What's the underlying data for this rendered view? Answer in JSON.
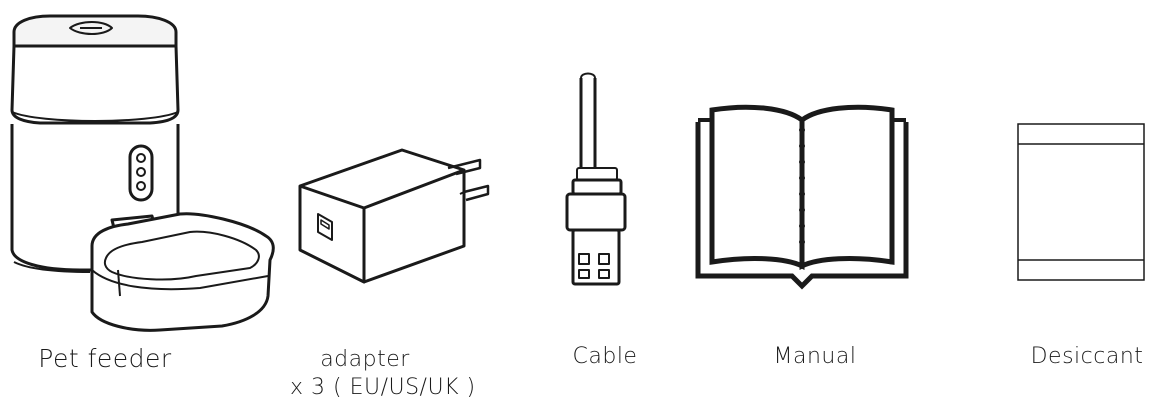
{
  "items": [
    {
      "label": "Pet feeder",
      "icon": "pet-feeder-icon"
    },
    {
      "label_line1": "adapter",
      "label_line2": "x 3 ( EU/US/UK )",
      "icon": "power-adapter-icon"
    },
    {
      "label": "Cable",
      "icon": "usb-cable-icon"
    },
    {
      "label": "Manual",
      "icon": "manual-book-icon"
    },
    {
      "label": "Desiccant",
      "icon": "desiccant-pack-icon"
    }
  ],
  "colors": {
    "line": "#1a1a1a",
    "background": "#ffffff"
  }
}
